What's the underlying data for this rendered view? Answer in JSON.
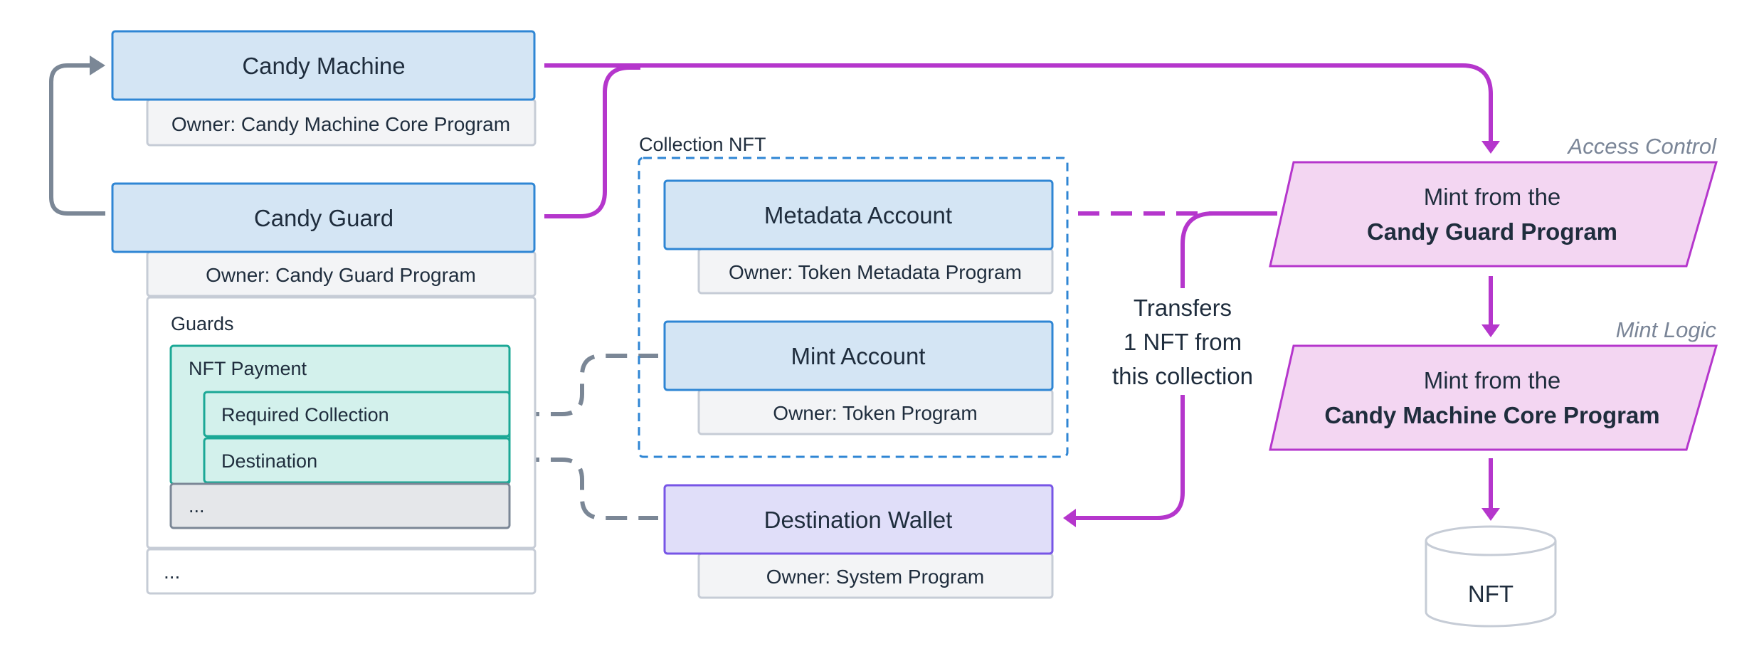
{
  "candy_machine": {
    "title": "Candy Machine",
    "owner": "Owner: Candy Machine Core Program"
  },
  "candy_guard": {
    "title": "Candy Guard",
    "owner": "Owner: Candy Guard Program",
    "guards_label": "Guards",
    "nft_payment": {
      "label": "NFT Payment",
      "required_collection": "Required Collection",
      "destination": "Destination"
    },
    "guards_more": "...",
    "more": "..."
  },
  "collection": {
    "label": "Collection NFT",
    "metadata_account": {
      "title": "Metadata Account",
      "owner": "Owner: Token Metadata Program"
    },
    "mint_account": {
      "title": "Mint Account",
      "owner": "Owner: Token Program"
    }
  },
  "destination_wallet": {
    "title": "Destination Wallet",
    "owner": "Owner: System Program"
  },
  "transfer_note": {
    "line1": "Transfers",
    "line2": "1 NFT from",
    "line3": "this collection"
  },
  "access_control": {
    "tag": "Access Control",
    "line1": "Mint from the",
    "line2": "Candy Guard Program"
  },
  "mint_logic": {
    "tag": "Mint Logic",
    "line1": "Mint from the",
    "line2": "Candy Machine Core Program"
  },
  "nft": {
    "label": "NFT"
  },
  "colors": {
    "account_fill": "#d4e5f4",
    "account_stroke": "#2f86d4",
    "owner_fill": "#f3f4f6",
    "owner_stroke": "#c6ccd6",
    "guard_fill": "#d3f1ec",
    "guard_stroke": "#1ba896",
    "wallet_fill": "#e0def9",
    "wallet_stroke": "#7755e6",
    "program_fill": "#f3d6f2",
    "program_stroke": "#b536cc",
    "connector_gray": "#7b8796"
  }
}
